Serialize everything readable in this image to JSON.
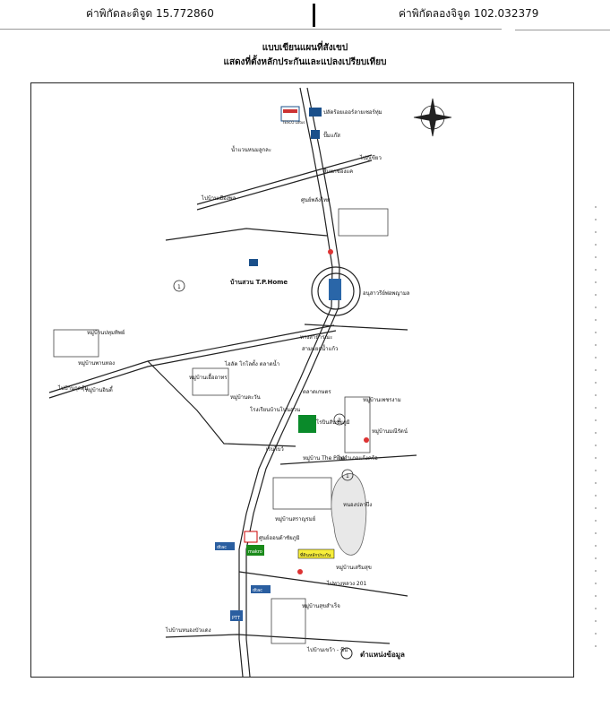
{
  "header": {
    "latitude_label": "ค่าพิกัดละติจูด 15.772860",
    "longitude_label": "ค่าพิกัดลองจิจูด 102.032379"
  },
  "title": {
    "line1": "แบบเขียนแผนที่สังเขป",
    "line2": "แสดงที่ตั้งหลักประกันและแปลงเปรียบเทียบ"
  },
  "map": {
    "places": {
      "lotus": "ปลัดร้อยเออร์ลายเซอร์ทุ่ม",
      "gas": "ปั๊มแก๊ส",
      "nm_kaeng": "น้ำแวนหนมลูกละ",
      "intersection_top": "สี่แยกช่องแค",
      "police": "ศูนย์พลังไทย",
      "home": "บ้านสวน T.P.Home",
      "monument": "อนุสาวรีย์พ่อพญามล",
      "tesco_brand": "TESCO Lotus",
      "village_1": "หมู่บ้านปทุมทิพย์",
      "village_2": "หมู่บ้านพานทอง",
      "village_3": "หมู่บ้านอินดี้",
      "village_4": "หมู่บ้านเอื้ออาทร",
      "school": "โรงเรียนบ้านโนนสวน",
      "seven": "ไฮลัค โกโลตั้ง ตลาดน้ำ",
      "village_5": "หมู่บ้านตะวัน",
      "village_6": "หมู่บ้านเพชรงาม",
      "market": "ตลาดเกษตร",
      "robinson": "โรบินสันชัยภูมิ",
      "village_7": "หมู่บ้านมณีรัตน์",
      "village_8": "หมู่บ้าน The Pine",
      "pond": "หนองปลาปึ่ง",
      "crossing": "เรนโบว์",
      "village_9": "หมู่บ้านสราญรมย์",
      "honda": "ศูนย์ฮอนด้าชัยภูมิ",
      "makro_brand": "makro",
      "collateral_sign": "ที่ดินหลักประกัน",
      "village_10": "หมู่บ้านเสริมสุข",
      "village_11": "หมู่บ้านสุขสำเร็จ",
      "dtac1": "dtac",
      "dtac2": "dtac",
      "ptt": "PTT",
      "road_sw": "ไปบ้านหนองบัวแดง",
      "road_se": "ไปบ้านเขว้า - ชีน",
      "road_e": "ไปอำเภอแก้งคร้อ",
      "road_n": "ไปภูเขียว",
      "road_w": "ไปบ้านกุดตุ้ม",
      "road_nw": "ไปบ้านเมืองพล",
      "rd_east2": "ไปทางหลวง 201",
      "circle_1a": "1",
      "circle_1b": "1",
      "circle_2": "2",
      "comp_label": "2",
      "junction": "สามแยกน้ำแก้ว",
      "bridge": "ทางสาธารณะ"
    },
    "legend": {
      "position_label": "ตำแหน่งข้อมูล"
    }
  }
}
